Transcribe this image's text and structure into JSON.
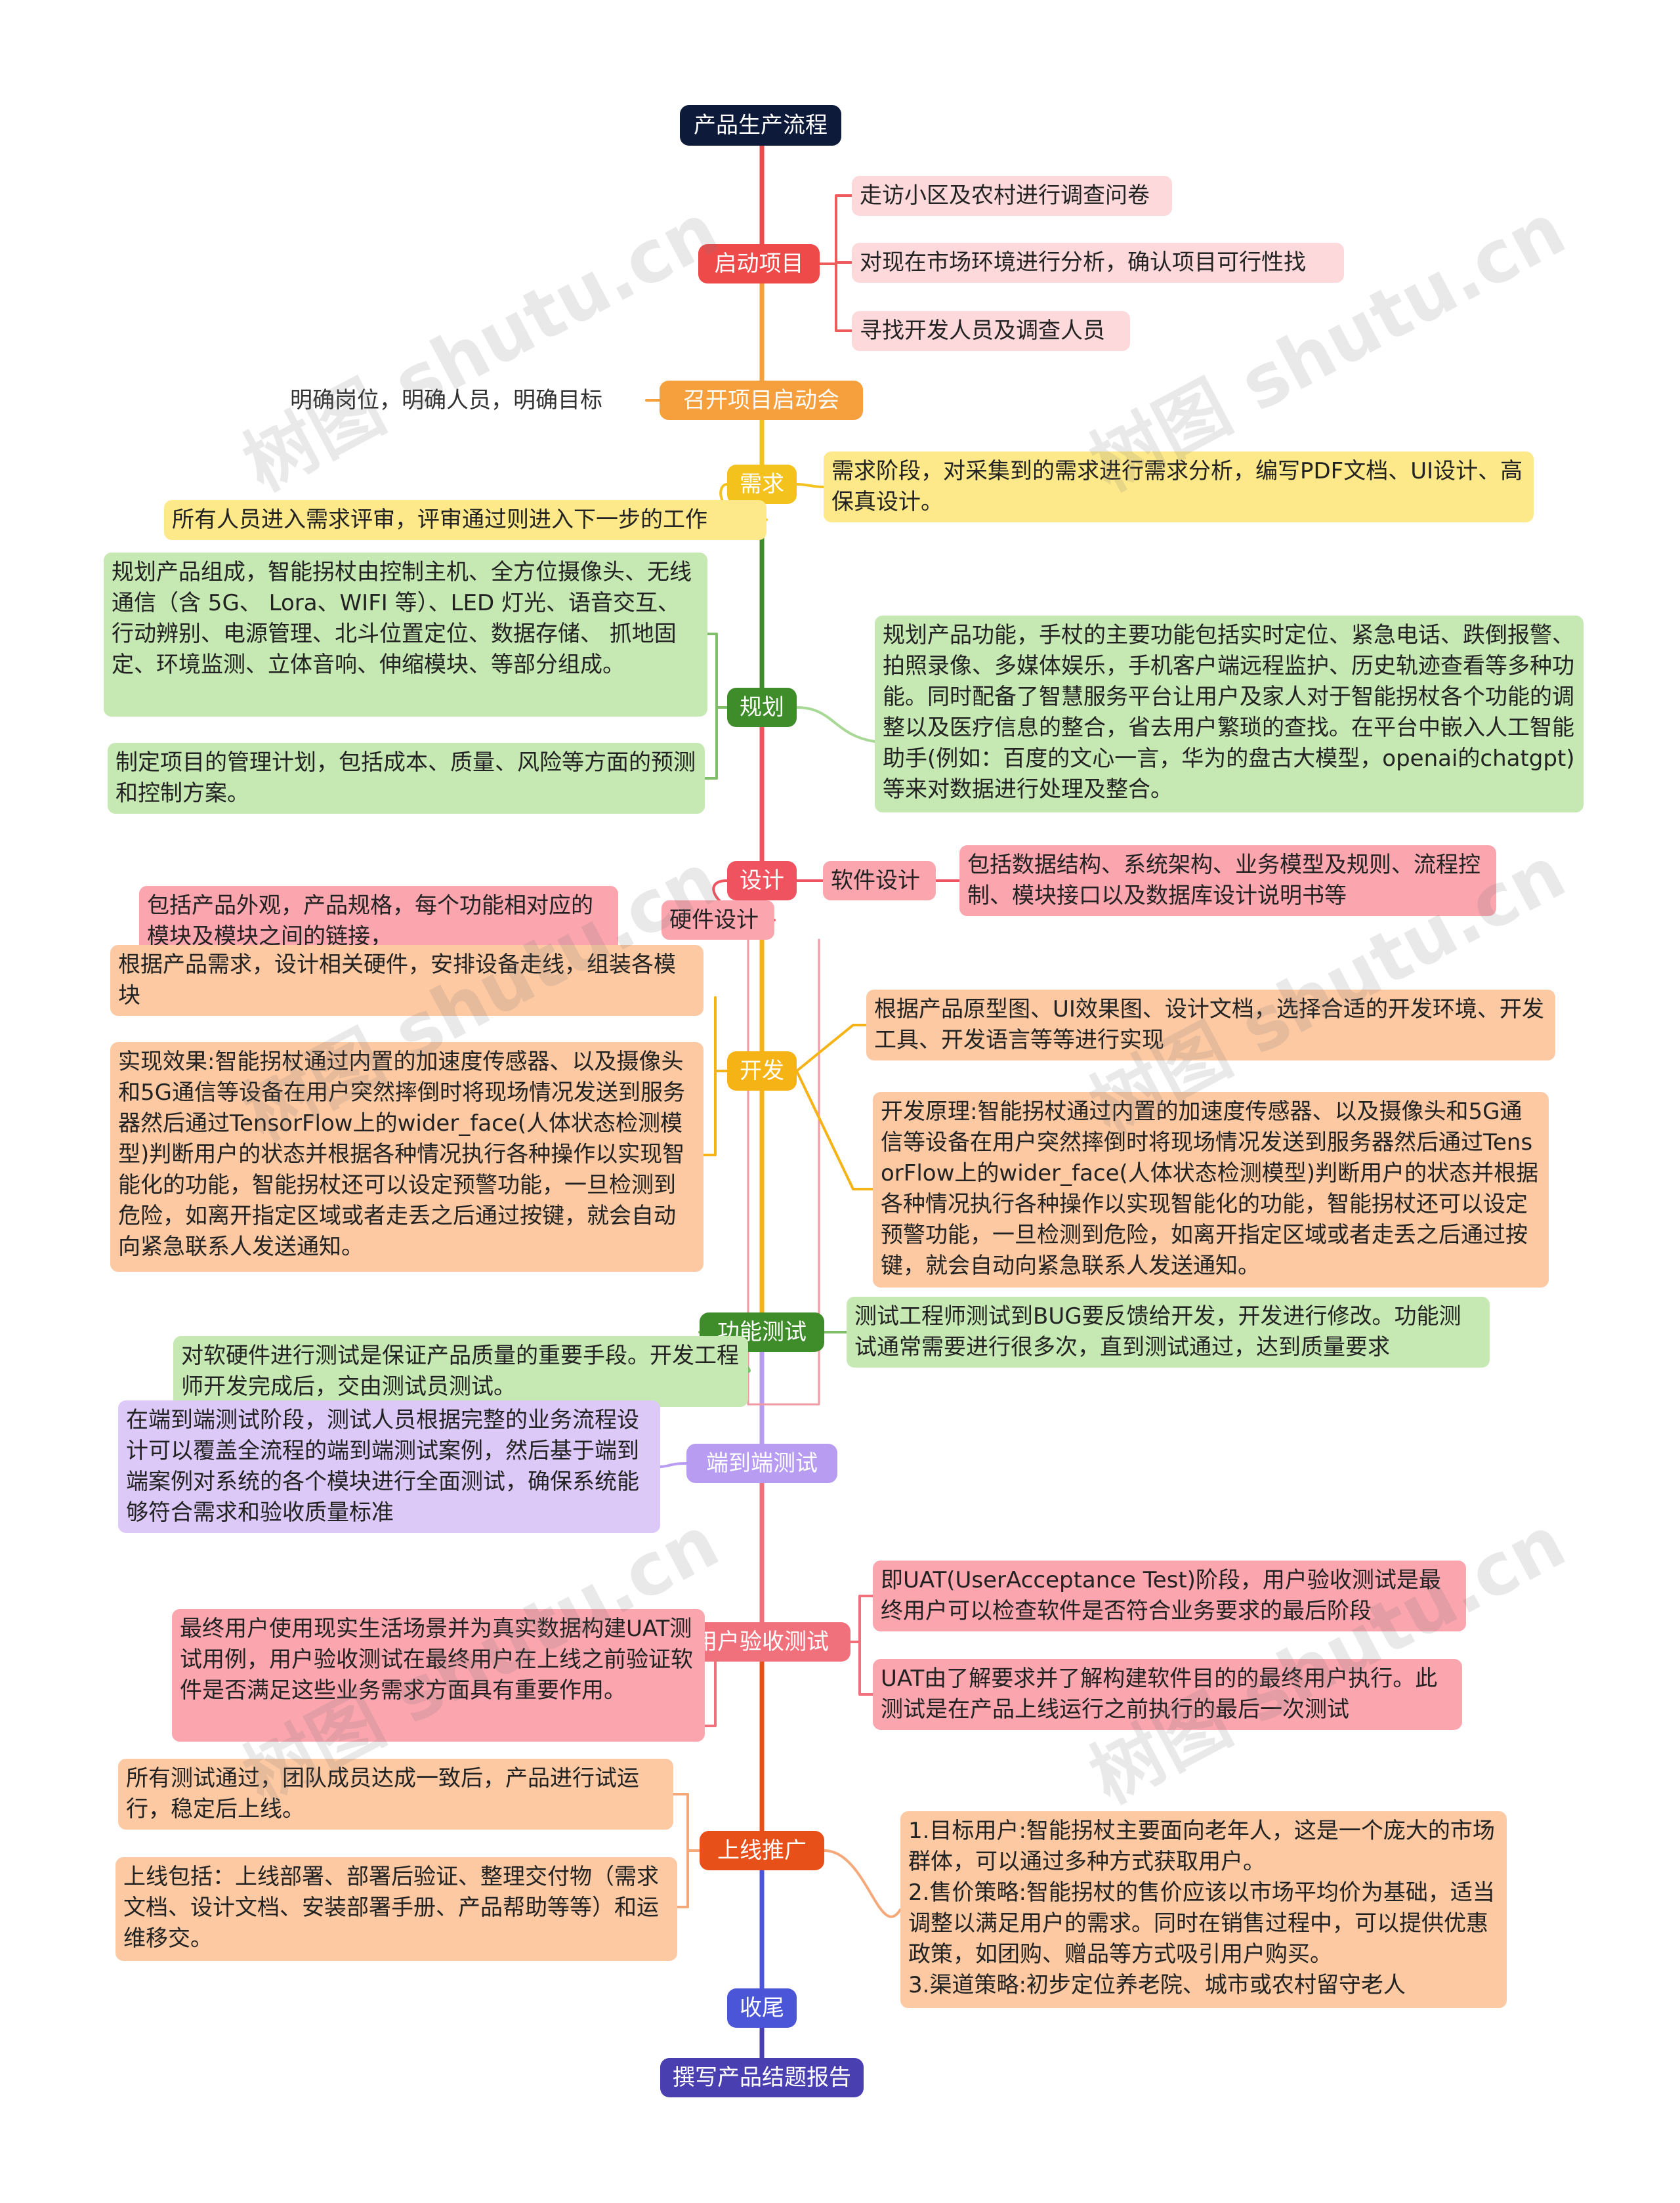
{
  "title": "产品生产流程",
  "watermark": "树图 shutu.cn",
  "stages": {
    "start": "启动项目",
    "kickoff": "召开项目启动会",
    "req": "需求",
    "plan": "规划",
    "design": "设计",
    "dev": "开发",
    "functest": "功能测试",
    "e2e": "端到端测试",
    "uat": "用户验收测试",
    "launch": "上线推广",
    "close": "收尾",
    "report": "撰写产品结题报告"
  },
  "notes": {
    "start_1": "走访小区及农村进行调查问卷",
    "start_2": "对现在市场环境进行分析，确认项目可行性找",
    "start_3": "寻找开发人员及调查人员",
    "kickoff_1": "明确岗位，明确人员，明确目标",
    "req_1": "需求阶段，对采集到的需求进行需求分析，编写PDF文档、UI设计、高保真设计。",
    "req_2": "所有人员进入需求评审，评审通过则进入下一步的工作",
    "plan_1": "规划产品组成，智能拐杖由控制主机、全方位摄像头、无线通信（含 5G、 Lora、WIFI 等）、LED 灯光、语音交互、行动辨别、电源管理、北斗位置定位、数据存储、 抓地固定、环境监测、立体音响、伸缩模块、等部分组成。",
    "plan_2": "制定项目的管理计划，包括成本、质量、风险等方面的预测和控制方案。",
    "plan_3": "规划产品功能，手杖的主要功能包括实时定位、紧急电话、跌倒报警、拍照录像、多媒体娱乐，手机客户端远程监护、历史轨迹查看等多种功能。同时配备了智慧服务平台让用户及家人对于智能拐杖各个功能的调整以及医疗信息的整合，省去用户繁琐的查找。在平台中嵌入人工智能助手(例如：百度的文心一言，华为的盘古大模型，openai的chatgpt)等来对数据进行处理及整合。",
    "design_sw": "软件设计",
    "design_sw_1": "包括数据结构、系统架构、业务模型及规则、流程控制、模块接口以及数据库设计说明书等",
    "design_hw": "硬件设计",
    "design_hw_1": "包括产品外观，产品规格，每个功能相对应的模块及模块之间的链接，",
    "design_hw_2": "根据产品需求，设计相关硬件，安排设备走线，组装各模块",
    "dev_1": "实现效果:智能拐杖通过内置的加速度传感器、以及摄像头和5G通信等设备在用户突然摔倒时将现场情况发送到服务器然后通过TensorFlow上的wider_face(人体状态检测模型)判断用户的状态并根据各种情况执行各种操作以实现智能化的功能，智能拐杖还可以设定预警功能，一旦检测到危险，如离开指定区域或者走丢之后通过按键，就会自动向紧急联系人发送通知。",
    "dev_2": "根据产品原型图、UI效果图、设计文档，选择合适的开发环境、开发工具、开发语言等等进行实现",
    "dev_3": "开发原理:智能拐杖通过内置的加速度传感器、以及摄像头和5G通信等设备在用户突然摔倒时将现场情况发送到服务器然后通过TensorFlow上的wider_face(人体状态检测模型)判断用户的状态并根据各种情况执行各种操作以实现智能化的功能，智能拐杖还可以设定预警功能，一旦检测到危险，如离开指定区域或者走丢之后通过按键，就会自动向紧急联系人发送通知。",
    "func_1": "对软硬件进行测试是保证产品质量的重要手段。开发工程师开发完成后，交由测试员测试。",
    "func_2": "测试工程师测试到BUG要反馈给开发，开发进行修改。功能测试通常需要进行很多次，直到测试通过，达到质量要求",
    "e2e_1": "在端到端测试阶段，测试人员根据完整的业务流程设计可以覆盖全流程的端到端测试案例，然后基于端到端案例对系统的各个模块进行全面测试，确保系统能够符合需求和验收质量标准",
    "uat_1": "最终用户使用现实生活场景并为真实数据构建UAT测试用例，用户验收测试在最终用户在上线之前验证软件是否满足这些业务需求方面具有重要作用。",
    "uat_2": "即UAT(UserAcceptance Test)阶段，用户验收测试是最终用户可以检查软件是否符合业务要求的最后阶段",
    "uat_3": "UAT由了解要求并了解构建软件目的的最终用户执行。此测试是在产品上线运行之前执行的最后一次测试",
    "launch_1": "所有测试通过，团队成员达成一致后，产品进行试运行，稳定后上线。",
    "launch_2": "上线包括：上线部署、部署后验证、整理交付物（需求文档、设计文档、安装部署手册、产品帮助等等）和运维移交。",
    "launch_3": "1.目标用户:智能拐杖主要面向老年人，这是一个庞大的市场群体，可以通过多种方式获取用户。\n2.售价策略:智能拐杖的售价应该以市场平均价为基础，适当调整以满足用户的需求。同时在销售过程中，可以提供优惠政策，如团购、赠品等方式吸引用户购买。\n3.渠道策略:初步定位养老院、城市或农村留守老人"
  },
  "colors": {
    "title": "#0d1a3a",
    "start": "#ef4a4a",
    "kickoff": "#f5a03c",
    "req": "#f3c21c",
    "plan": "#3f8c2a",
    "design": "#ef5360",
    "dev": "#f5b316",
    "functest": "#3f8c2a",
    "e2e": "#b79cf2",
    "uat": "#f0707c",
    "launch": "#e8501a",
    "close": "#4a55d8",
    "report": "#4a3fb0",
    "pink_bg": "#fdd9db",
    "red_bg": "#fba5ae",
    "yellow_bg": "#fde98a",
    "green_bg": "#c6e8b2",
    "orange_bg": "#fcc9a3",
    "purple_bg": "#dcc9f8"
  }
}
